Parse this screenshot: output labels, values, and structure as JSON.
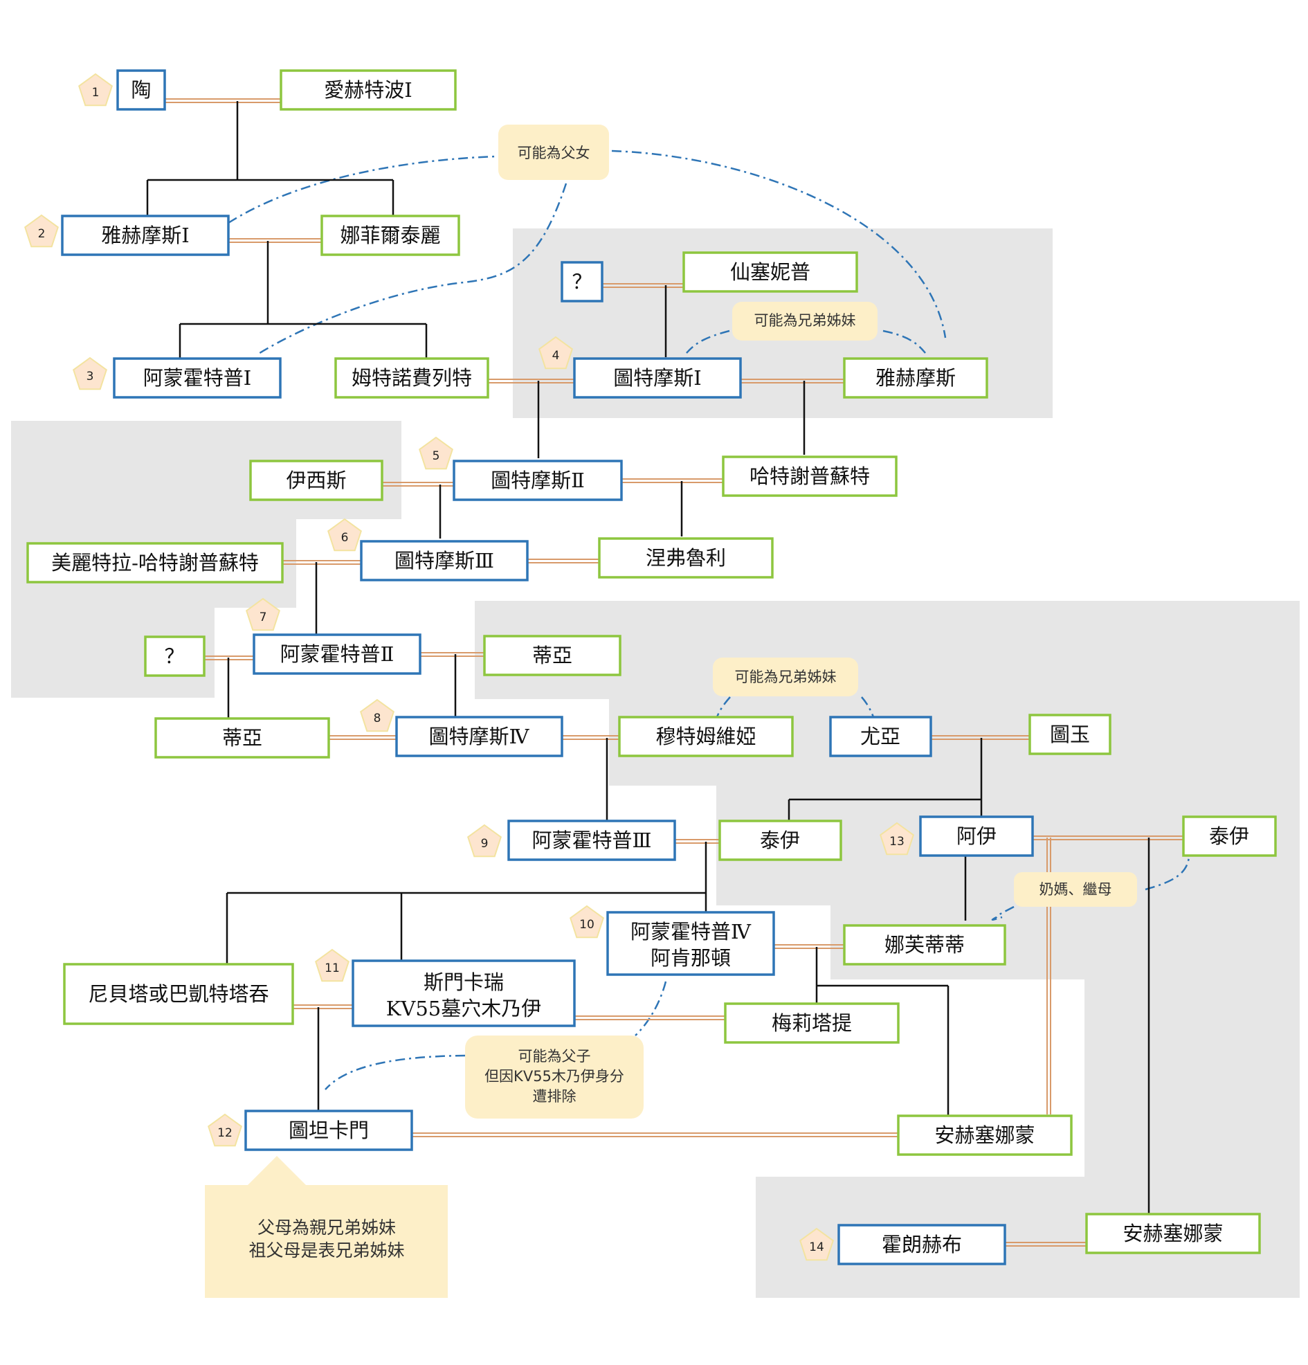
{
  "colors": {
    "king_border": "#2e75b6",
    "queen_border": "#8dc63f",
    "marriage_line": "#d89a6a",
    "descent_line": "#111111",
    "note_bg": "#fdefc8",
    "badge_bg": "#fde5cf",
    "region_bg": "#e6e6e6",
    "dashed_link": "#2e75b6"
  },
  "people": {
    "tao": "陶",
    "ahhotep1": "愛赫特波Ⅰ",
    "ahmose1": "雅赫摩斯Ⅰ",
    "nefertari": "娜菲爾泰麗",
    "amenhotep1": "阿蒙霍特普Ⅰ",
    "mutnofret": "姆特諾費列特",
    "unknown1": "？",
    "seniseneb": "仙塞妮普",
    "thutmose1": "圖特摩斯Ⅰ",
    "ahmose": "雅赫摩斯",
    "isis": "伊西斯",
    "thutmose2": "圖特摩斯Ⅱ",
    "hatshepsut": "哈特謝普蘇特",
    "meritre": "美麗特拉-哈特謝普蘇特",
    "thutmose3": "圖特摩斯Ⅲ",
    "neferure": "涅弗魯利",
    "unknown2": "？",
    "amenhotep2": "阿蒙霍特普Ⅱ",
    "tiaa1": "蒂亞",
    "tiaa2": "蒂亞",
    "thutmose4": "圖特摩斯Ⅳ",
    "mutemwiya": "穆特姆維婭",
    "yuya": "尤亞",
    "tjuyu": "圖玉",
    "amenhotep3": "阿蒙霍特普Ⅲ",
    "tiye": "泰伊",
    "ay": "阿伊",
    "tey": "泰伊",
    "akhenaten_1": "阿蒙霍特普Ⅳ",
    "akhenaten_2": "阿肯那頓",
    "nefertiti": "娜芙蒂蒂",
    "nebetah": "尼貝塔或巴凱特塔吞",
    "smenkhkare_1": "斯門卡瑞",
    "smenkhkare_2": "KV55墓穴木乃伊",
    "meritaten": "梅莉塔提",
    "tutankhamun": "圖坦卡門",
    "ankhesenamun": "安赫塞娜蒙",
    "horemheb": "霍朗赫布",
    "mutnodjmet": "安赫塞娜蒙"
  },
  "badges": [
    "1",
    "2",
    "3",
    "4",
    "5",
    "6",
    "7",
    "8",
    "9",
    "10",
    "11",
    "12",
    "13",
    "14"
  ],
  "notes": {
    "father_daughter": "可能為父女",
    "siblings_a": "可能為兄弟姊妹",
    "siblings_b": "可能為兄弟姊妹",
    "nurse": "奶媽、繼母",
    "father_son_1": "可能為父子",
    "father_son_2": "但因KV55木乃伊身分",
    "father_son_3": "遭排除",
    "tut_parents_1": "父母為親兄弟姊妹",
    "tut_parents_2": "祖父母是表兄弟姊妹"
  }
}
